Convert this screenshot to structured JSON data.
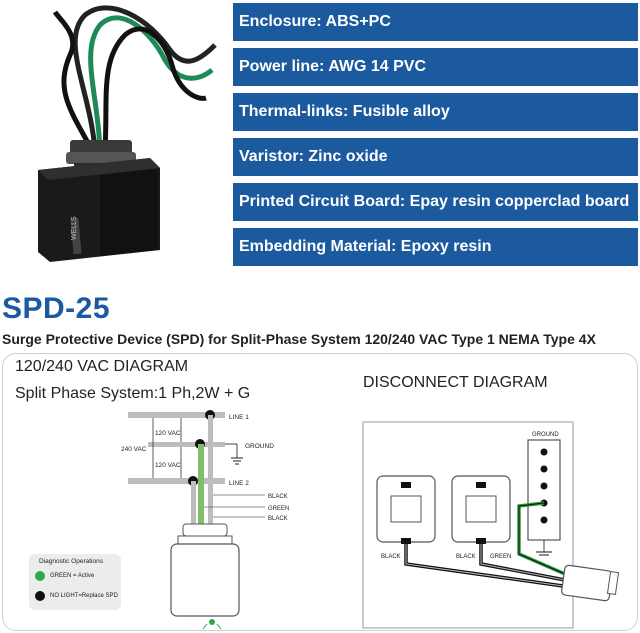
{
  "specs": [
    "Enclosure: ABS+PC",
    "Power line: AWG 14 PVC",
    "Thermal-links: Fusible alloy",
    "Varistor: Zinc oxide",
    "Printed Circuit Board: Epay resin copperclad board",
    "Embedding Material: Epoxy resin"
  ],
  "product_brand": "WELLS",
  "model": "SPD-25",
  "subtitle": "Surge Protective Device (SPD) for Split-Phase System 120/240 VAC Type 1 NEMA Type 4X",
  "wiring": {
    "title": "120/240 VAC DIAGRAM",
    "system": "Split Phase System:1 Ph,2W + G",
    "line1": "LINE 1",
    "line2": "LINE 2",
    "ground": "GROUND",
    "v240": "240 VAC",
    "v120a": "120 VAC",
    "v120b": "120 VAC",
    "black1": "BLACK",
    "green": "GREEN",
    "black2": "BLACK"
  },
  "legend": {
    "title": "Diagnostic Operations",
    "active": "GREEN = Active",
    "replace": "NO LIGHT=Replace SPD"
  },
  "disconnect": {
    "title": "DISCONNECT DIAGRAM",
    "ground": "GROUND",
    "black1": "BLACK",
    "black2": "BLACK",
    "green": "GREEN"
  },
  "colors": {
    "brand_blue": "#1c5aa0",
    "wire_green": "#2a9a3c",
    "wire_black": "#111111",
    "status_green": "#2ea84a"
  }
}
